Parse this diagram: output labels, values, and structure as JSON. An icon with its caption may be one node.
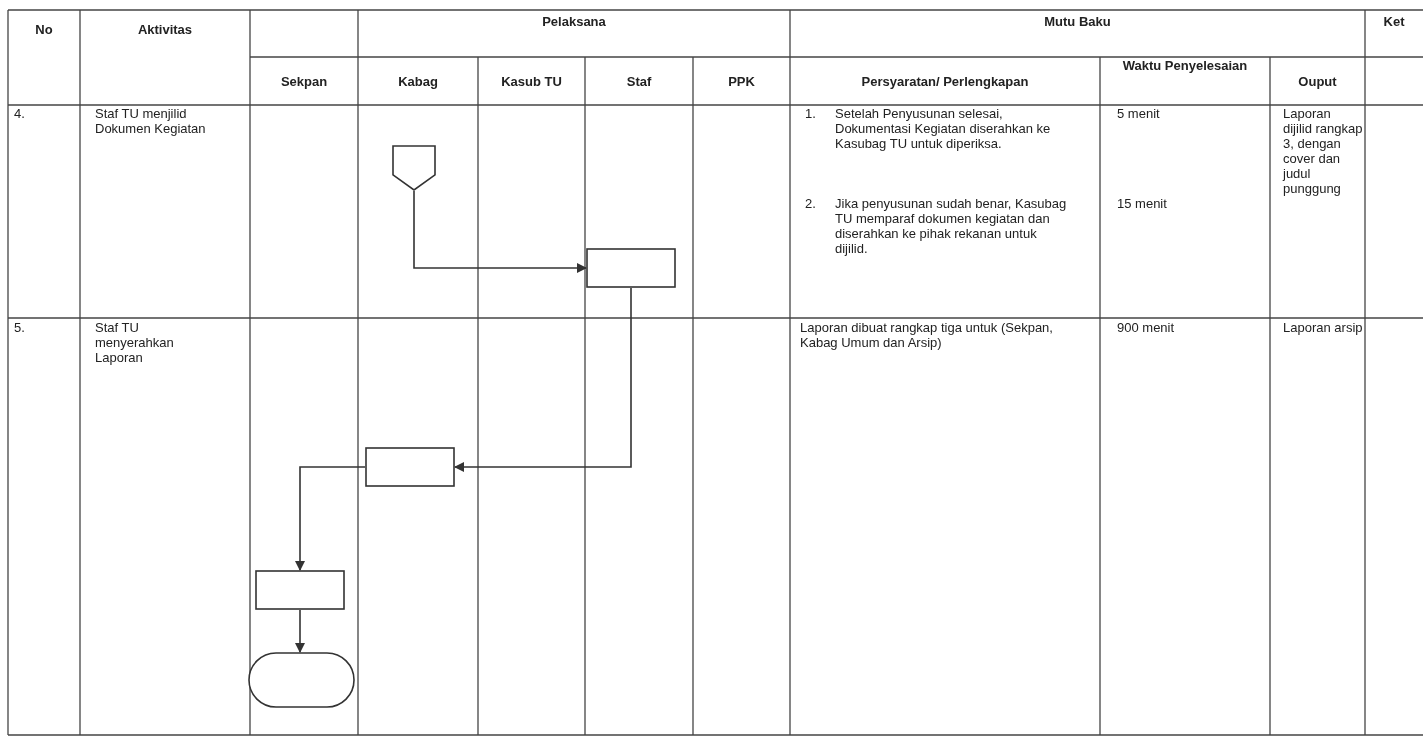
{
  "diagram": {
    "nodes": [
      {
        "text": [],
        "shape": "pentagon"
      },
      {
        "text": [],
        "shape": "box"
      },
      {
        "text": [],
        "shape": "box"
      },
      {
        "text": [],
        "shape": "box"
      },
      {
        "text": [],
        "shape": "terminator"
      }
    ],
    "edges": [
      {
        "from": 0,
        "to": 1,
        "arrow": "to"
      },
      {
        "from": 1,
        "to": 2,
        "arrow": "to"
      },
      {
        "from": 2,
        "to": 3,
        "arrow": "to"
      },
      {
        "from": 3,
        "to": 4,
        "arrow": "to"
      }
    ],
    "labels": [
      "No",
      "Aktivitas",
      "Pelaksana",
      "Mutu Baku",
      "Ket",
      "Sekpan",
      "Kabag",
      "Kasub TU",
      "Staf",
      "PPK",
      "Persyaratan/ Perlengkapan",
      "Waktu Penyelesaian",
      "Ouput",
      "4.",
      "Staf TU menjilid Dokumen Kegiatan",
      "1.",
      "Setelah Penyusunan selesai, Dokumentasi Kegiatan diserahkan ke Kasubag TU untuk diperiksa.",
      "5 menit",
      "Laporan dijilid rangkap 3, dengan cover dan judul punggung",
      "2.",
      "Jika penyusunan sudah benar, Kasubag TU memparaf dokumen kegiatan dan diserahkan ke pihak rekanan untuk dijilid.",
      "15 menit",
      "5.",
      "Staf TU menyerahkan Laporan",
      "Laporan dibuat rangkap tiga untuk (Sekpan, Kabag Umum dan Arsip)",
      "900 menit",
      "Laporan arsip"
    ]
  }
}
